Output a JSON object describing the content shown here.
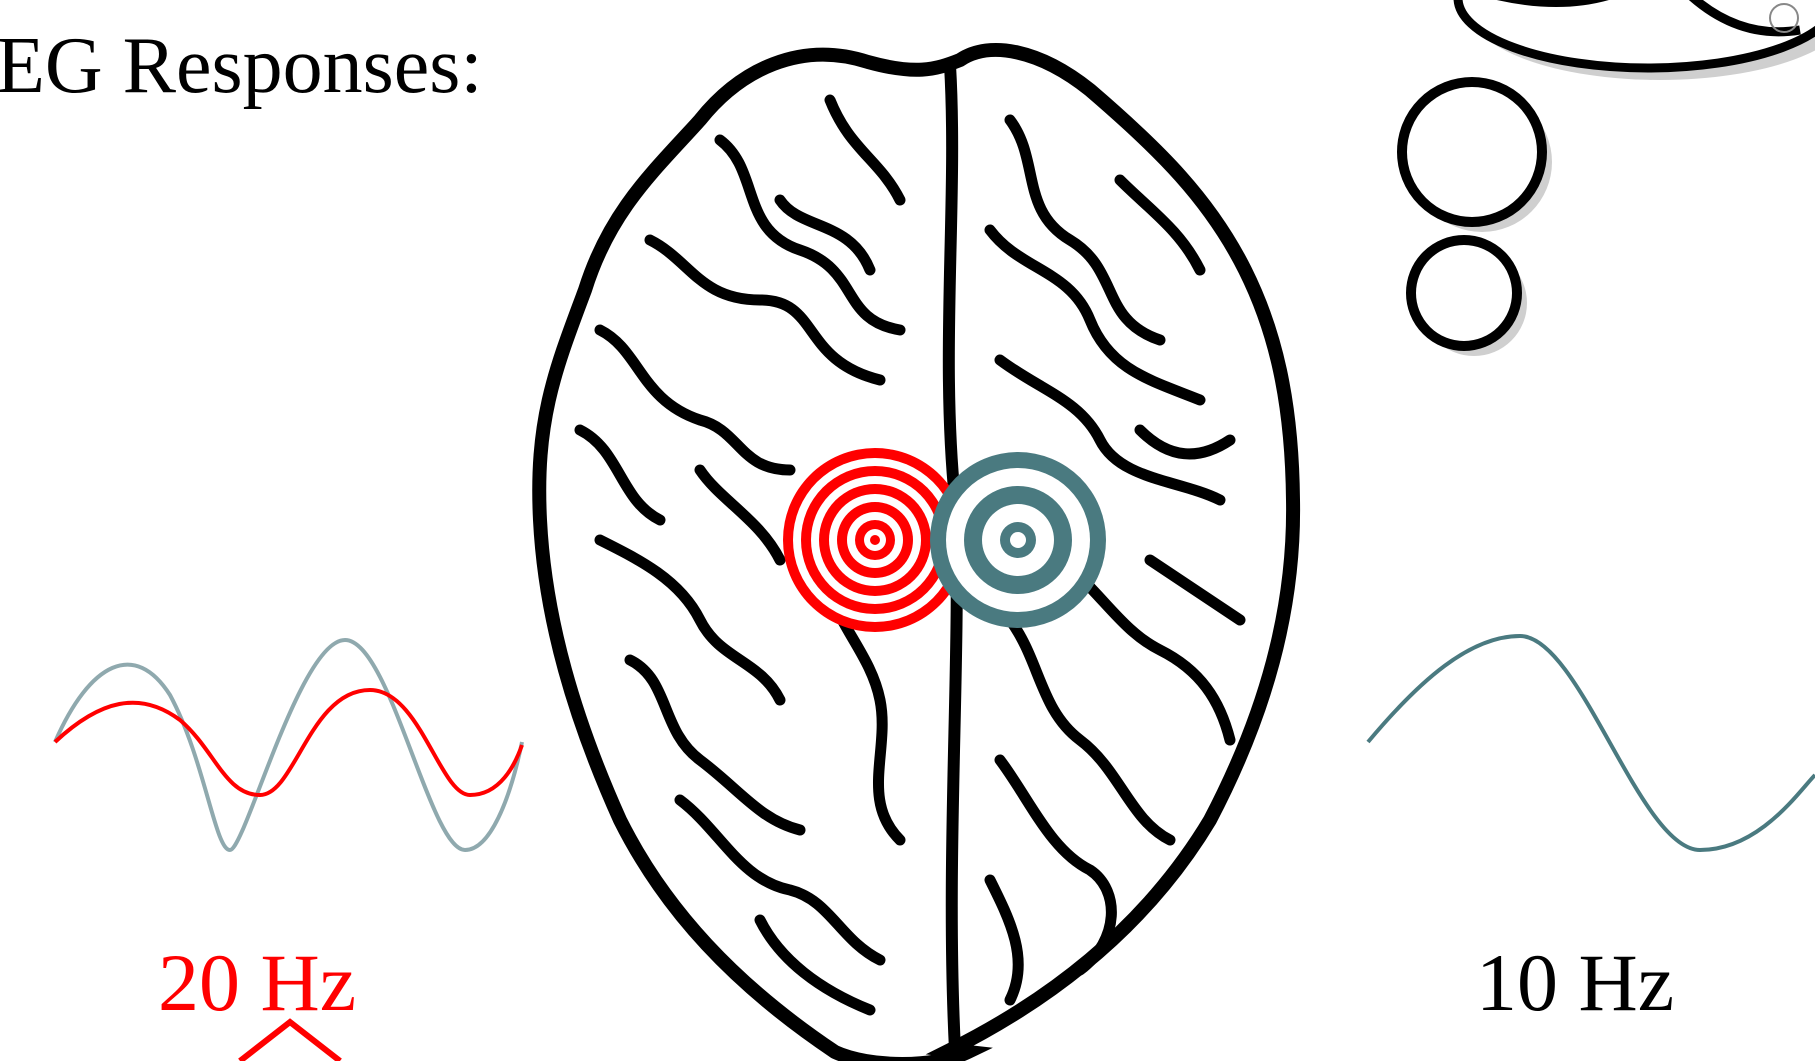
{
  "heading": "EG Responses:",
  "left_label": "20 Hz",
  "right_label": "10 Hz",
  "colors": {
    "red": "#ff0000",
    "teal": "#4a7a80",
    "light_teal": "#8fa9ae",
    "outline": "#000000",
    "bubble_shadow": "#cfcfcf"
  },
  "icons": [
    "brain-icon",
    "red-target-icon",
    "teal-target-icon",
    "thought-bubble-icon"
  ]
}
